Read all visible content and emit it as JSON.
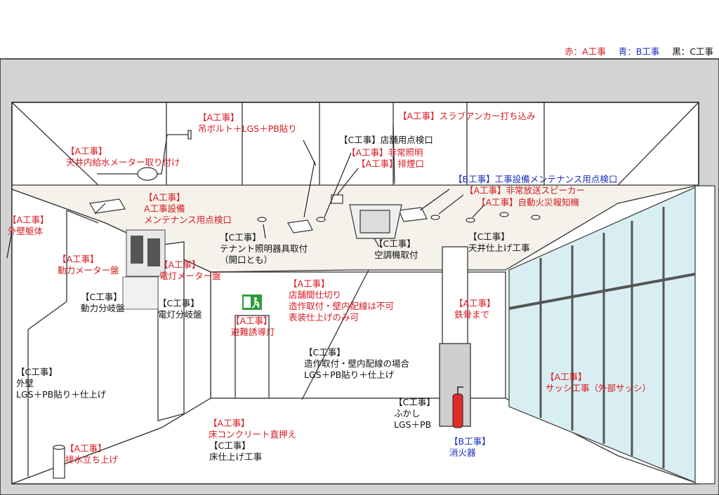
{
  "legend": {
    "red": "赤：A工事",
    "blue": "青：B工事",
    "black": "黒：C工事"
  },
  "colors": {
    "a_work": "#d71920",
    "b_work": "#1a2fbf",
    "c_work": "#111111",
    "slab": "#d3d3d3",
    "ceiling": "#f4f2ea",
    "glass": "#d8eef3"
  },
  "labels": {
    "hanging_bolt": [
      "【A工事】",
      "吊ボルト＋LGS＋PB貼り"
    ],
    "slab_anchor": [
      "【A工事】スラブアンカー打ち込み"
    ],
    "water_meter": [
      "【A工事】",
      "天井内給水メーター取り付け"
    ],
    "store_inspection": [
      "【C工事】店舗用点検口"
    ],
    "emergency_light": [
      "【A工事】非常照明"
    ],
    "smoke_vent": [
      "【A工事】排煙口"
    ],
    "b_inspection": [
      "【B工事】工事設備メンテナンス用点検口"
    ],
    "speaker": [
      "【A工事】非常放送スピーカー"
    ],
    "fire_alarm": [
      "【A工事】自動火災報知機"
    ],
    "a_inspection": [
      "【A工事】",
      "A工事設備",
      "メンテナンス用点検口"
    ],
    "exterior_frame": [
      "【A工事】",
      "外壁躯体"
    ],
    "tenant_lighting": [
      "【C工事】",
      "テナント照明器具取付",
      "（開口とも）"
    ],
    "air_conditioner": [
      "【C工事】",
      "空調機取付"
    ],
    "ceiling_finish": [
      "【C工事】",
      "天井仕上げ工事"
    ],
    "power_meter": [
      "【A工事】",
      "動力メーター盤"
    ],
    "light_meter": [
      "【A工事】",
      "電灯メーター盤"
    ],
    "power_panel": [
      "【C工事】",
      "動力分岐盤"
    ],
    "light_panel": [
      "【C工事】",
      "電灯分岐盤"
    ],
    "partition": [
      "【A工事】",
      "店舗間仕切り",
      "造作取付・壁内配線は不可",
      "表装仕上げのみ可"
    ],
    "steel_frame": [
      "【A工事】",
      "鉄骨まで"
    ],
    "evac_light": [
      "【A工事】",
      "避難誘導灯"
    ],
    "partition_c": [
      "【C工事】",
      "造作取付・壁内配線の場合",
      "LGS＋PB貼り＋仕上げ"
    ],
    "exterior_wall": [
      "【C工事】",
      "外壁",
      "LGS＋PB貼り＋仕上げ"
    ],
    "sash": [
      "【A工事】",
      "サッシ工事（外部サッシ）"
    ],
    "furring": [
      "【C工事】",
      "ふかし",
      "LGS＋PB"
    ],
    "floor_concrete": [
      "【A工事】",
      "床コンクリート直押え"
    ],
    "floor_finish": [
      "【C工事】",
      "床仕上げ工事"
    ],
    "drain": [
      "【A工事】",
      "排水立ち上げ"
    ],
    "extinguisher": [
      "【B工事】",
      "消火器"
    ]
  }
}
